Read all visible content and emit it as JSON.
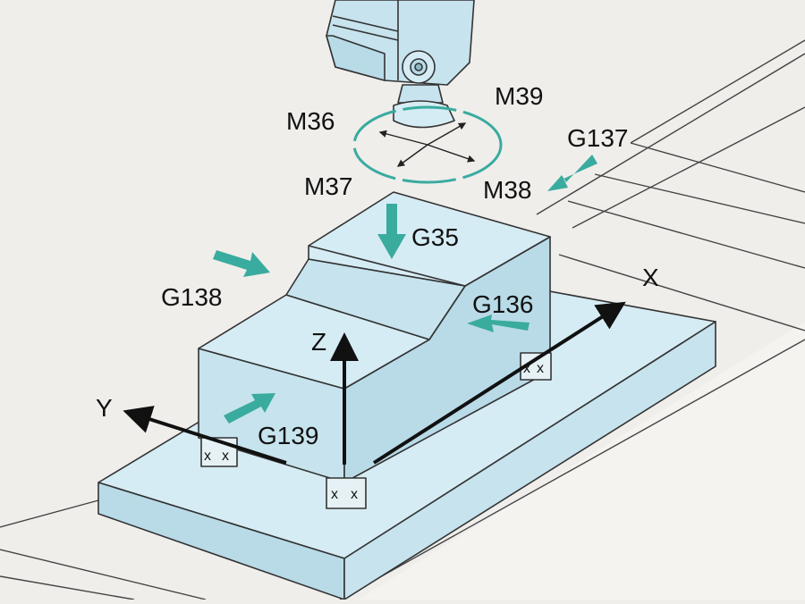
{
  "colors": {
    "background": "#efeeeb",
    "part": "#c6e3ee",
    "arrow_teal": "#3aab9f",
    "axis": "#111111"
  },
  "labels": {
    "m36": "M36",
    "m37": "M37",
    "m38": "M38",
    "m39": "M39",
    "g137": "G137",
    "g35": "G35",
    "g138": "G138",
    "g136": "G136",
    "g139": "G139"
  },
  "axes": {
    "x": "X",
    "y": "Y",
    "z": "Z"
  },
  "feet": {
    "mark": "x"
  }
}
